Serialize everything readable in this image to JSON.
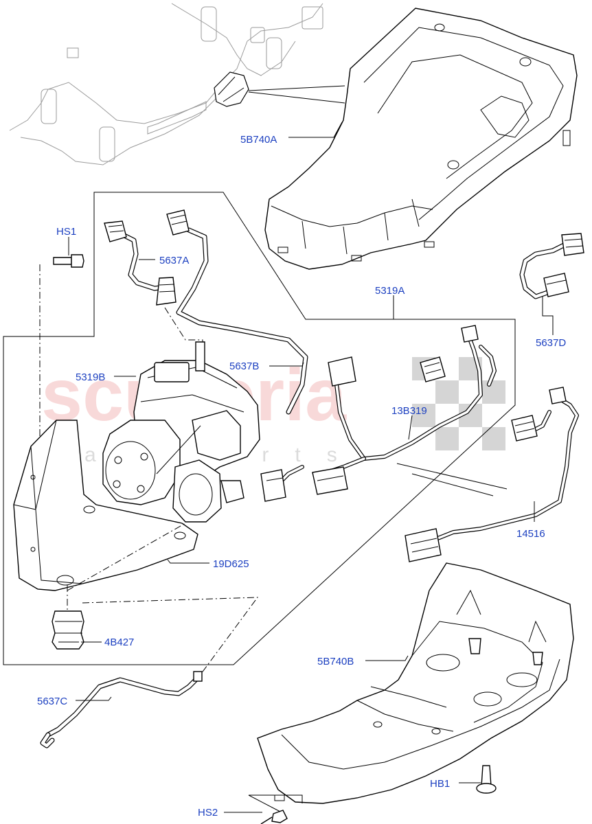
{
  "watermark": {
    "brand": "scuderia",
    "sub": "car parts"
  },
  "labels": {
    "5B740A": "5B740A",
    "HS1": "HS1",
    "5637A": "5637A",
    "5319A": "5319A",
    "5637D": "5637D",
    "5637B": "5637B",
    "5319B": "5319B",
    "13B319": "13B319",
    "14516": "14516",
    "19D625": "19D625",
    "4B427": "4B427",
    "5B740B": "5B740B",
    "5637C": "5637C",
    "HB1": "HB1",
    "HS2": "HS2"
  },
  "colors": {
    "label": "#1b3fc0",
    "watermark": "#e77a7a",
    "ghost": "#9a9a9a"
  }
}
